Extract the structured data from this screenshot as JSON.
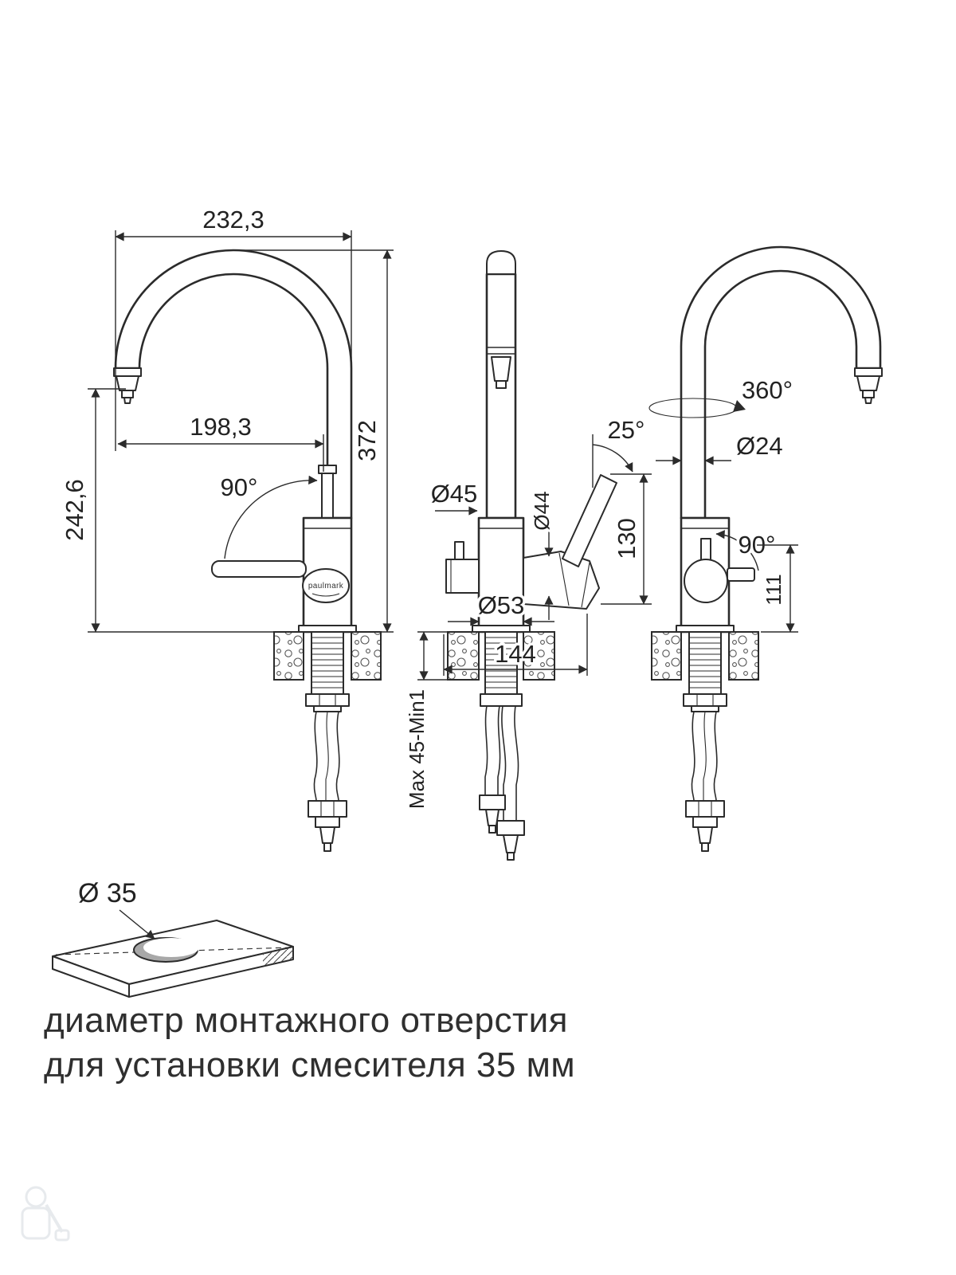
{
  "palette": {
    "line": "#2b2b2b",
    "text": "#222222",
    "caption": "#2f2f2f"
  },
  "brand": {
    "logo_text": "paulmark"
  },
  "views": {
    "side_left": {
      "overall_width": "232,3",
      "spout_reach": "198,3",
      "spout_height": "242,6",
      "overall_height": "372",
      "handle_swing": "90°"
    },
    "front": {
      "body_diameter": "Ø45",
      "cartridge_diameter": "Ø44",
      "handle_tilt": "25°",
      "handle_length": "130",
      "base_diameter": "Ø53",
      "base_width": "144",
      "counter_thickness": "Max 45-Min1"
    },
    "side_right": {
      "swivel_angle": "360°",
      "spout_diameter": "Ø24",
      "handle_swing": "90°",
      "handle_height": "111"
    }
  },
  "mounting": {
    "hole_diameter": "Ø 35"
  },
  "caption": {
    "line1": "диаметр монтажного отверстия",
    "line2": "для установки смесителя 35 мм"
  }
}
